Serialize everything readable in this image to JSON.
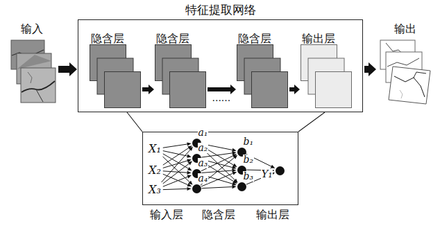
{
  "diagram": {
    "nodes": [
      {
        "text": [
          "输入"
        ]
      },
      {
        "text": [
          "特征提取网络"
        ]
      },
      {
        "text": [
          "隐含层"
        ],
        "in": 1
      },
      {
        "text": [
          "隐含层"
        ],
        "in": 1
      },
      {
        "text": [
          "隐含层"
        ],
        "in": 1
      },
      {
        "text": [
          "输出层"
        ],
        "in": 1
      },
      {
        "text": [
          "输出"
        ]
      },
      {
        "text": [
          "输入层",
          "隐含层",
          "输出层"
        ]
      },
      {
        "text": [
          "X₁"
        ],
        "in": 7
      },
      {
        "text": [
          "X₂"
        ],
        "in": 7
      },
      {
        "text": [
          "X₃"
        ],
        "in": 7
      },
      {
        "text": [
          "a₁"
        ],
        "in": 7
      },
      {
        "text": [
          "a₂"
        ],
        "in": 7
      },
      {
        "text": [
          "a₃"
        ],
        "in": 7
      },
      {
        "text": [
          "a₄"
        ],
        "in": 7
      },
      {
        "text": [
          "b₁"
        ],
        "in": 7
      },
      {
        "text": [
          "b₂"
        ],
        "in": 7
      },
      {
        "text": [
          "b₃"
        ],
        "in": 7
      },
      {
        "text": [
          "Y₁"
        ],
        "in": 7
      }
    ],
    "edges": [
      {
        "from": 0,
        "to": 1,
        "arrow": "to"
      },
      {
        "from": 1,
        "to": 6,
        "arrow": "to"
      },
      {
        "from": 2,
        "to": 3,
        "arrow": "to"
      },
      {
        "from": 3,
        "to": 4,
        "arrow": "to",
        "label": "......"
      },
      {
        "from": 4,
        "to": 5,
        "arrow": "to"
      },
      {
        "from": 1,
        "to": 7,
        "arrow": "none"
      },
      {
        "from": 8,
        "to": 11,
        "arrow": "to"
      },
      {
        "from": 8,
        "to": 12,
        "arrow": "to"
      },
      {
        "from": 8,
        "to": 13,
        "arrow": "to"
      },
      {
        "from": 8,
        "to": 14,
        "arrow": "to"
      },
      {
        "from": 9,
        "to": 11,
        "arrow": "to"
      },
      {
        "from": 9,
        "to": 12,
        "arrow": "to"
      },
      {
        "from": 9,
        "to": 13,
        "arrow": "to"
      },
      {
        "from": 9,
        "to": 14,
        "arrow": "to"
      },
      {
        "from": 10,
        "to": 11,
        "arrow": "to"
      },
      {
        "from": 10,
        "to": 12,
        "arrow": "to"
      },
      {
        "from": 10,
        "to": 13,
        "arrow": "to"
      },
      {
        "from": 10,
        "to": 14,
        "arrow": "to"
      },
      {
        "from": 11,
        "to": 15,
        "arrow": "to"
      },
      {
        "from": 11,
        "to": 16,
        "arrow": "to"
      },
      {
        "from": 11,
        "to": 17,
        "arrow": "to"
      },
      {
        "from": 12,
        "to": 15,
        "arrow": "to"
      },
      {
        "from": 12,
        "to": 16,
        "arrow": "to"
      },
      {
        "from": 12,
        "to": 17,
        "arrow": "to"
      },
      {
        "from": 13,
        "to": 15,
        "arrow": "to"
      },
      {
        "from": 13,
        "to": 16,
        "arrow": "to"
      },
      {
        "from": 13,
        "to": 17,
        "arrow": "to"
      },
      {
        "from": 14,
        "to": 15,
        "arrow": "to"
      },
      {
        "from": 14,
        "to": 16,
        "arrow": "to"
      },
      {
        "from": 14,
        "to": 17,
        "arrow": "to"
      },
      {
        "from": 15,
        "to": 18,
        "arrow": "to"
      },
      {
        "from": 16,
        "to": 18,
        "arrow": "to"
      },
      {
        "from": 17,
        "to": 18,
        "arrow": "to"
      }
    ]
  }
}
